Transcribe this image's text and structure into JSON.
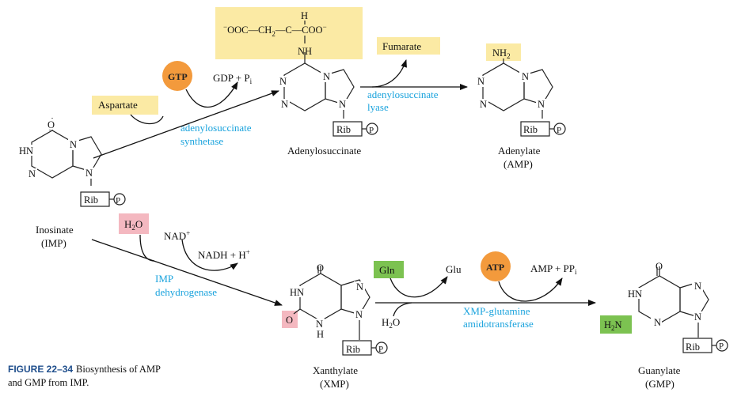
{
  "colors": {
    "highlight_yellow": "#fbeaa4",
    "highlight_pink": "#f4b8c0",
    "highlight_green": "#7cc251",
    "circle_orange": "#f39a3c",
    "enzyme_blue": "#1aa3dd"
  },
  "labels": {
    "aspartate": "Aspartate",
    "gtp": "GTP",
    "gdp_pi_main": "GDP + P",
    "gdp_pi_sub": "i",
    "fumarate": "Fumarate",
    "h2o_top_a": "H",
    "h2o_top_sub": "2",
    "h2o_top_b": "O",
    "nad_main": "NAD",
    "nad_sup": "+",
    "nadh_main": "NADH + H",
    "nadh_sup": "+",
    "gln": "Gln",
    "glu": "Glu",
    "atp": "ATP",
    "amp_ppi_main": "AMP + PP",
    "amp_ppi_sub": "i",
    "h2o_bottom_a": "H",
    "h2o_bottom_sub": "2",
    "h2o_bottom_b": "O"
  },
  "enzymes": {
    "synthetase_1": "adenylosuccinate",
    "synthetase_2": "synthetase",
    "lyase_1": "adenylosuccinate",
    "lyase_2": "lyase",
    "imp_dh_1": "IMP",
    "imp_dh_2": "dehydrogenase",
    "xmp_gln_1": "XMP-glutamine",
    "xmp_gln_2": "amidotransferase"
  },
  "compounds": {
    "imp_name": "Inosinate",
    "imp_abbr": "(IMP)",
    "adenylosuccinate_name": "Adenylosuccinate",
    "amp_name": "Adenylate",
    "amp_abbr": "(AMP)",
    "xmp_name": "Xanthylate",
    "xmp_abbr": "(XMP)",
    "gmp_name": "Guanylate",
    "gmp_abbr": "(GMP)"
  },
  "atoms": {
    "N": "N",
    "O": "O",
    "HN": "HN",
    "H": "H",
    "NH": "NH",
    "NH2_main": "NH",
    "NH2_sub": "2",
    "H2N_a": "H",
    "H2N_sub": "2",
    "H2N_b": "N",
    "rib": "Rib",
    "p": "P",
    "succ_main": "OOC—CH",
    "succ_sub": "2",
    "succ_mid": "—C—COO",
    "succ_minus": "−"
  },
  "caption": {
    "figure_label": "FIGURE 22–34",
    "line1": "Biosynthesis of AMP",
    "line2": "and GMP from IMP."
  }
}
